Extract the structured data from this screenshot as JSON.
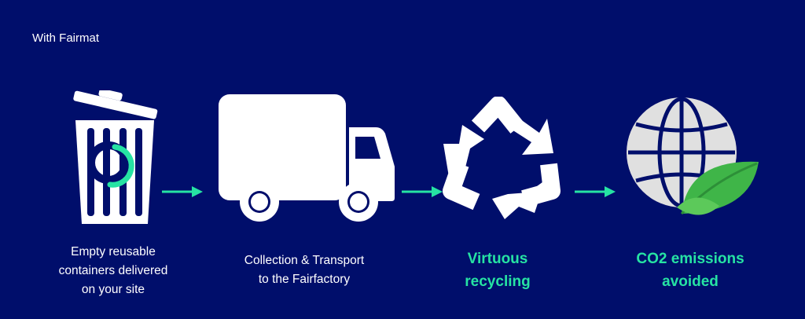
{
  "header": {
    "title": "With Fairmat"
  },
  "colors": {
    "background": "#000e6b",
    "accent": "#26e3a3",
    "icon_fill": "#ffffff",
    "globe_fill": "#e0e0e0",
    "leaf_green": "#3fb548"
  },
  "steps": [
    {
      "icon": "trash-bin-icon",
      "lines": [
        "Empty reusable",
        "containers delivered",
        "on your site"
      ]
    },
    {
      "icon": "truck-icon",
      "lines": [
        "Collection & Transport",
        "to the Fairfactory"
      ]
    },
    {
      "icon": "recycle-icon",
      "lines": [
        "Virtuous",
        "recycling"
      ]
    },
    {
      "icon": "globe-leaf-icon",
      "lines": [
        "CO2 emissions",
        "avoided"
      ]
    }
  ]
}
